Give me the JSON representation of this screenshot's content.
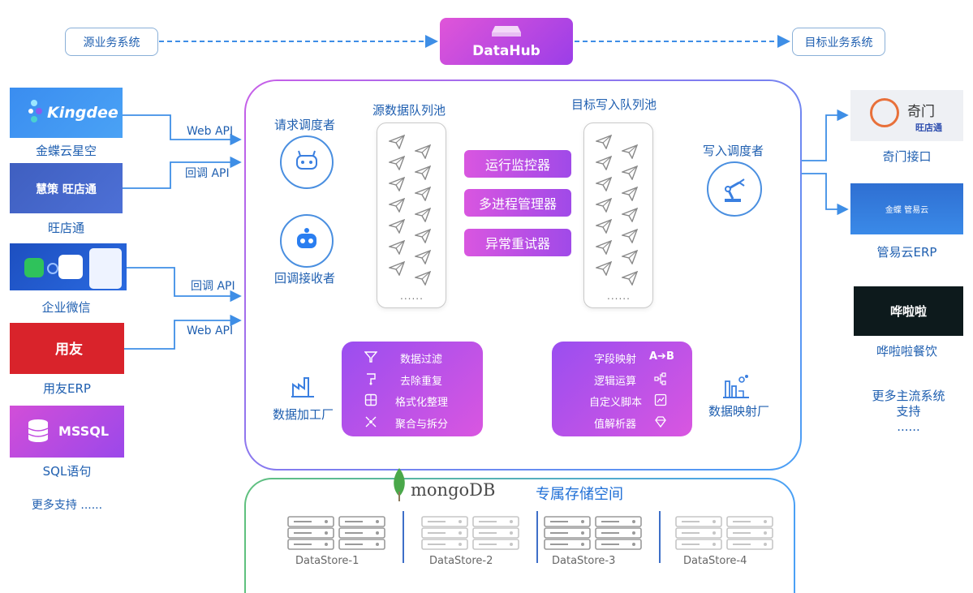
{
  "top": {
    "source_system": "源业务系统",
    "datahub": "DataHub",
    "target_system": "目标业务系统"
  },
  "left_systems": [
    {
      "name": "金蝶云星空",
      "logo_text": "Kingdee",
      "api": "Web API"
    },
    {
      "name": "旺店通",
      "logo_text": "慧策   旺店通",
      "api": "回调 API"
    },
    {
      "name": "企业微信",
      "logo_text": "",
      "api": "回调 API"
    },
    {
      "name": "用友ERP",
      "logo_text": "用友",
      "api": "Web API"
    },
    {
      "name": "SQL语句",
      "logo_text": "MSSQL",
      "api": ""
    }
  ],
  "left_more": "更多支持 ......",
  "right_systems": [
    {
      "name": "奇门接口",
      "logo_text": "奇门",
      "sub_logo": "旺店通"
    },
    {
      "name": "管易云ERP",
      "logo_text": "金蝶 管易云"
    },
    {
      "name": "哗啦啦餐饮",
      "logo_text": "哗啦啦"
    }
  ],
  "right_more": "更多主流系统\n支持\n......",
  "main": {
    "request_scheduler": "请求调度者",
    "callback_receiver": "回调接收者",
    "source_queue": "源数据队列池",
    "target_queue": "目标写入队列池",
    "write_scheduler": "写入调度者",
    "queue_dots": "......",
    "controls": [
      "运行监控器",
      "多进程管理器",
      "异常重试器"
    ],
    "processing_factory": "数据加工厂",
    "mapping_factory": "数据映射厂",
    "processing_ops": [
      {
        "icon": "filter-icon",
        "label": "数据过滤"
      },
      {
        "icon": "dedupe-icon",
        "label": "去除重复"
      },
      {
        "icon": "grid-icon",
        "label": "格式化整理"
      },
      {
        "icon": "merge-split-icon",
        "label": "聚合与拆分"
      }
    ],
    "mapping_ops": [
      {
        "label": "字段映射",
        "icon_text": "A➔B"
      },
      {
        "label": "逻辑运算",
        "icon_text": ""
      },
      {
        "label": "自定义脚本",
        "icon_text": ""
      },
      {
        "label": "值解析器",
        "icon_text": ""
      }
    ]
  },
  "storage": {
    "brand": "mongoDB",
    "title": "专属存储空间",
    "stores": [
      "DataStore-1",
      "DataStore-2",
      "DataStore-3",
      "DataStore-4"
    ]
  }
}
